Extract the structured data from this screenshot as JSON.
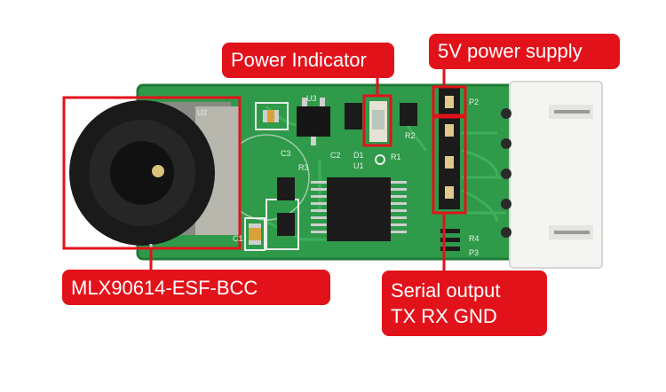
{
  "callouts": {
    "power_indicator": "Power Indicator",
    "power_supply": "5V power supply",
    "sensor_model": "MLX90614-ESF-BCC",
    "serial_line1": "Serial output",
    "serial_line2": "TX RX GND"
  },
  "board_silkscreen": {
    "u1": "U1",
    "u2": "U2",
    "u3": "U3",
    "c1": "C1",
    "c2": "C2",
    "c3": "C3",
    "r1": "R1",
    "r2": "R2",
    "r3": "R3",
    "r4": "R4",
    "d1": "D1",
    "p2": "P2",
    "p3": "P3"
  },
  "colors": {
    "callout_red": "#e2121b",
    "pcb_green": "#2f9a4a",
    "pcb_dark_green": "#1f7a36",
    "sensor_black": "#1a1a1a",
    "connector_white": "#f4f4f2"
  }
}
